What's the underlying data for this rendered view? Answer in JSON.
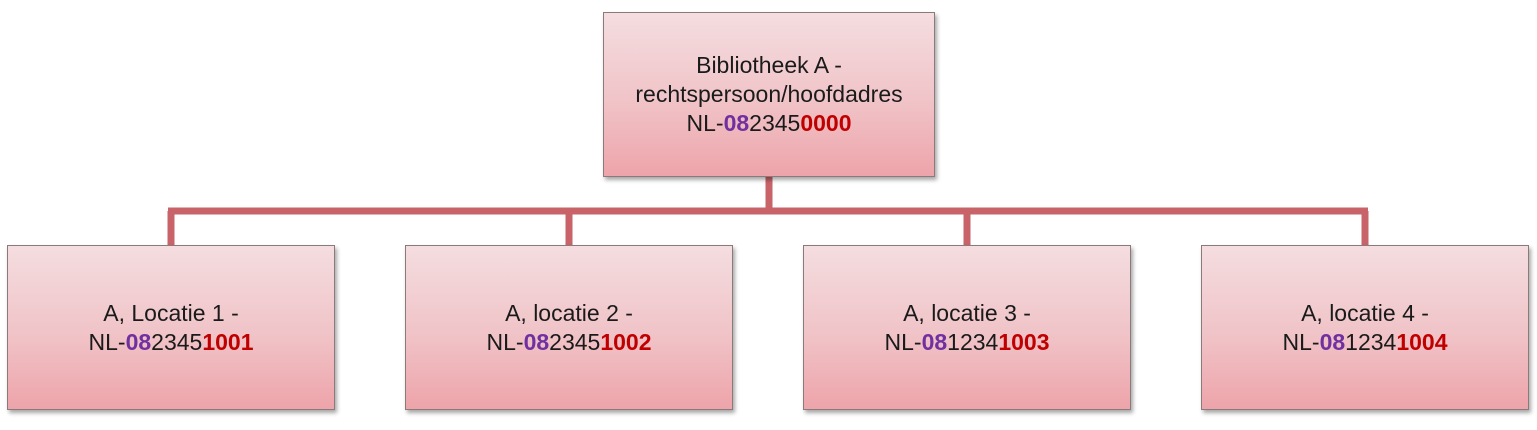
{
  "diagram": {
    "root": {
      "lines": [
        "Bibliotheek A -",
        "rechtspersoon/hoofdadres"
      ],
      "code": {
        "prefix": "NL-",
        "purple": "08",
        "middle": "2345",
        "red": "0000"
      }
    },
    "children": [
      {
        "label": "A, Locatie 1 -",
        "code": {
          "prefix": "NL-",
          "purple": "08",
          "middle": "2345",
          "red": "1001"
        }
      },
      {
        "label": "A, locatie 2 -",
        "code": {
          "prefix": "NL-",
          "purple": "08",
          "middle": "2345",
          "red": "1002"
        }
      },
      {
        "label": "A, locatie 3 -",
        "code": {
          "prefix": "NL-",
          "purple": "08",
          "middle": "1234",
          "red": "1003"
        }
      },
      {
        "label": "A, locatie 4 -",
        "code": {
          "prefix": "NL-",
          "purple": "08",
          "middle": "1234",
          "red": "1004"
        }
      }
    ],
    "colors": {
      "connector": "#c9636a",
      "highlight_purple": "#7030a0",
      "highlight_red": "#c00000",
      "box_top": "#f4dde0",
      "box_bottom": "#eda4aa"
    }
  }
}
